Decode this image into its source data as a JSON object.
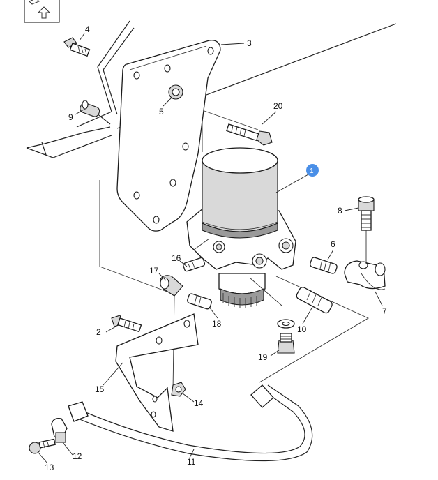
{
  "toolbar": {
    "icon": "edit-share-icon"
  },
  "callouts": [
    "1",
    "2",
    "3",
    "4",
    "5",
    "6",
    "7",
    "8",
    "9",
    "10",
    "11",
    "12",
    "13",
    "14",
    "15",
    "16",
    "17",
    "18",
    "19",
    "20"
  ],
  "highlight": {
    "callout": "1",
    "color": "#4a8fe7"
  }
}
